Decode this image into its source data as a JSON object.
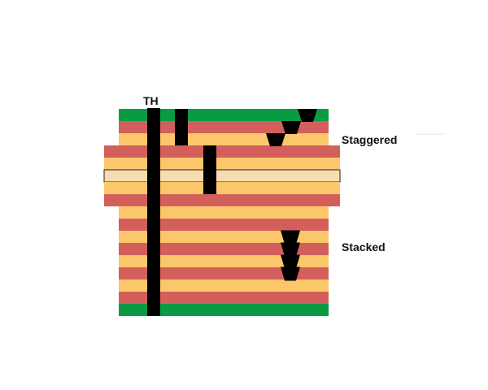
{
  "labels": {
    "through_hole": "TH",
    "staggered": "Staggered",
    "stacked": "Stacked"
  },
  "colors": {
    "outer_layer": "#0b9a44",
    "copper_layer": "#d35f5c",
    "dielectric_layer": "#fbc76a",
    "core_layer": "#f7dcb0",
    "via": "#000000",
    "background": "#ffffff"
  },
  "layer_stack": {
    "layer_count": 17,
    "core_layers": [
      5
    ],
    "extended_layers": [
      3,
      4,
      5,
      6,
      7
    ]
  },
  "vias": {
    "through_hole": {
      "from_layer": 0,
      "to_layer": 16
    },
    "blind_vias": [
      {
        "from_layer": 0,
        "to_layer": 3
      },
      {
        "from_layer": 3,
        "to_layer": 7
      }
    ],
    "staggered_microvias": [
      1,
      2,
      3
    ],
    "stacked_microvias": [
      11,
      12,
      13,
      14
    ]
  }
}
